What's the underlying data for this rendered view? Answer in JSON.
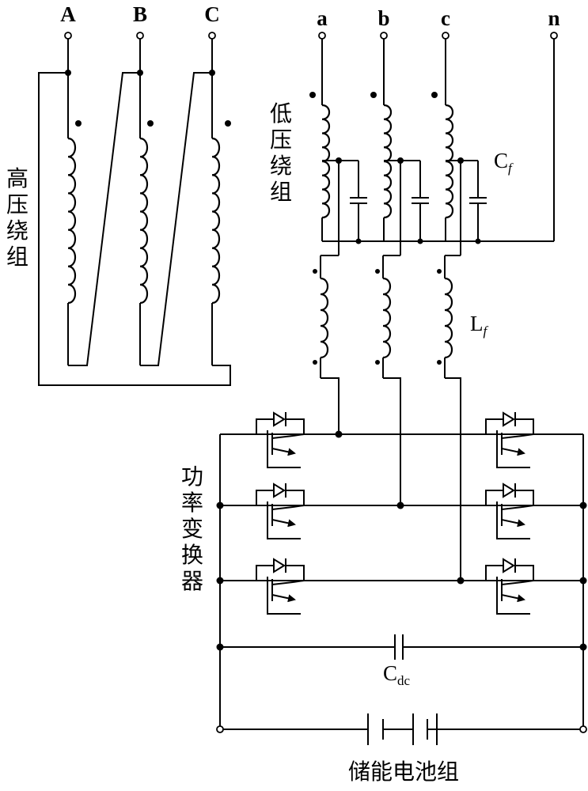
{
  "high_side": {
    "terminals": [
      "A",
      "B",
      "C"
    ],
    "label_chars": [
      "高",
      "压",
      "绕",
      "组"
    ]
  },
  "low_side": {
    "terminals": [
      "a",
      "b",
      "c",
      "n"
    ],
    "label_chars": [
      "低",
      "压",
      "绕",
      "组"
    ]
  },
  "filter_capacitor": {
    "symbol": "C",
    "subscript": "f"
  },
  "filter_inductor": {
    "symbol": "L",
    "subscript": "f"
  },
  "converter": {
    "label_chars": [
      "功",
      "率",
      "变",
      "换",
      "器"
    ]
  },
  "dc_capacitor": {
    "symbol": "C",
    "subscript": "dc"
  },
  "battery": {
    "label": "储能电池组"
  },
  "colors": {
    "stroke": "#000000",
    "background": "#ffffff"
  }
}
